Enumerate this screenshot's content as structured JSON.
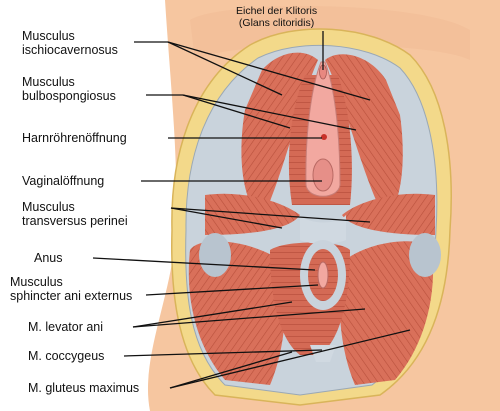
{
  "labels": {
    "glans_line1": "Eichel der Klitoris",
    "glans_line2": "(Glans clitoridis)",
    "ischio_line1": "Musculus",
    "ischio_line2": "ischiocavernosus",
    "bulbo_line1": "Musculus",
    "bulbo_line2": "bulbospongiosus",
    "urethra": "Harnröhrenöffnung",
    "vagina": "Vaginalöffnung",
    "transversus_line1": "Musculus",
    "transversus_line2": "transversus perinei",
    "anus": "Anus",
    "sphincter_line1": "Musculus",
    "sphincter_line2": "sphincter ani externus",
    "levator": "M. levator ani",
    "coccygeus": "M. coccygeus",
    "gluteus": "M. gluteus maximus"
  },
  "colors": {
    "skin": "#f6c6a0",
    "fat": "#f3d98a",
    "fascia": "#c9d3dc",
    "muscle": "#d9705a",
    "muscle_dark": "#b24a38",
    "mucosa": "#f2a8a0",
    "lines": "#111111"
  }
}
